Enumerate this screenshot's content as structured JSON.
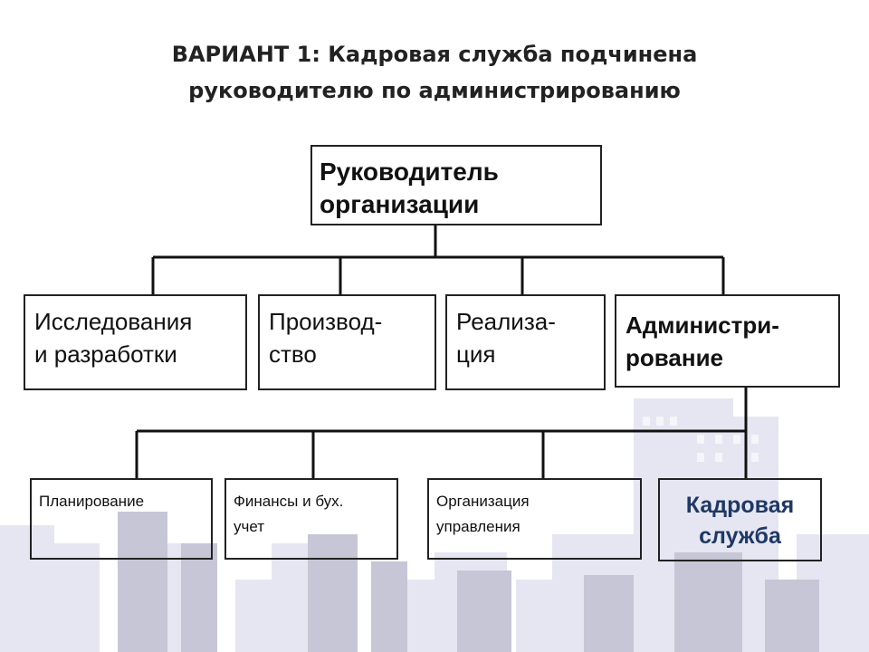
{
  "title": {
    "line1": "ВАРИАНТ 1: Кадровая служба подчинена",
    "line2": "руководителю по администрированию"
  },
  "top_box": {
    "line1": "Руководитель",
    "line2": "организации"
  },
  "level2": [
    {
      "line1": "Исследования",
      "line2": "и разработки"
    },
    {
      "line1": "Производ-",
      "line2": "ство"
    },
    {
      "line1": "Реализа-",
      "line2": "ция"
    },
    {
      "line1": "Администри-",
      "line2": "рование"
    }
  ],
  "level3": [
    {
      "line1": "Планирование",
      "line2": ""
    },
    {
      "line1": "Финансы и бух.",
      "line2": "учет"
    },
    {
      "line1": "Организация",
      "line2": "управления"
    },
    {
      "line1": "Кадровая",
      "line2": "служба"
    }
  ],
  "colors": {
    "hr_text": "#1f3864",
    "skyline_light": "#e6e6f2",
    "skyline_dark": "#c6c6d6"
  }
}
